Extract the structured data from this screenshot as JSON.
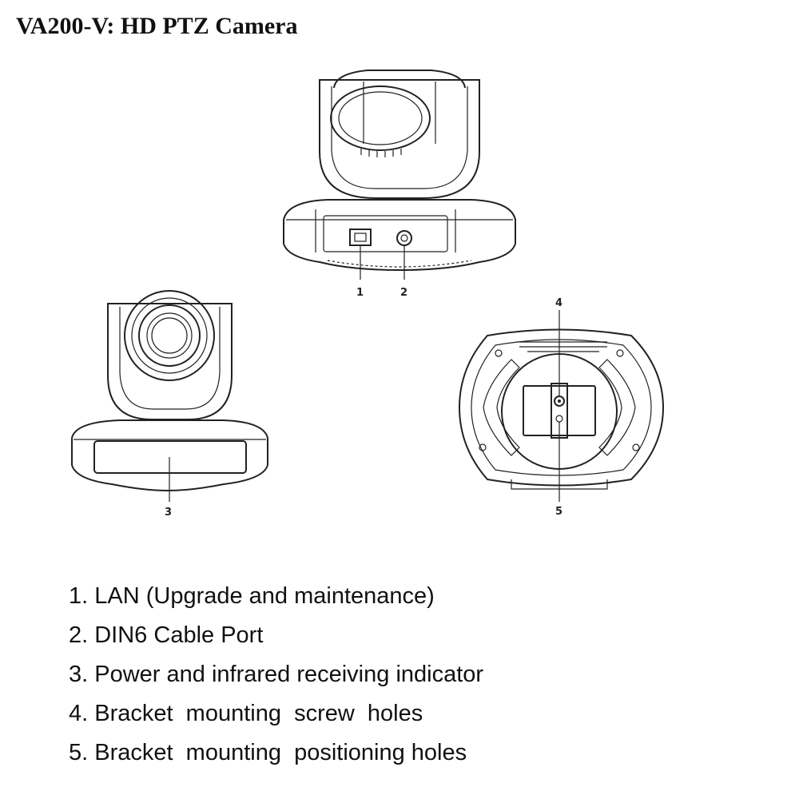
{
  "title": "VA200-V: HD PTZ Camera",
  "callouts": [
    "1",
    "2",
    "3",
    "4",
    "5"
  ],
  "legend": [
    "1. LAN (Upgrade and maintenance)",
    "2. DIN6 Cable Port",
    "3. Power and infrared receiving indicator",
    "4. Bracket  mounting  screw  holes",
    "5. Bracket  mounting  positioning holes"
  ]
}
